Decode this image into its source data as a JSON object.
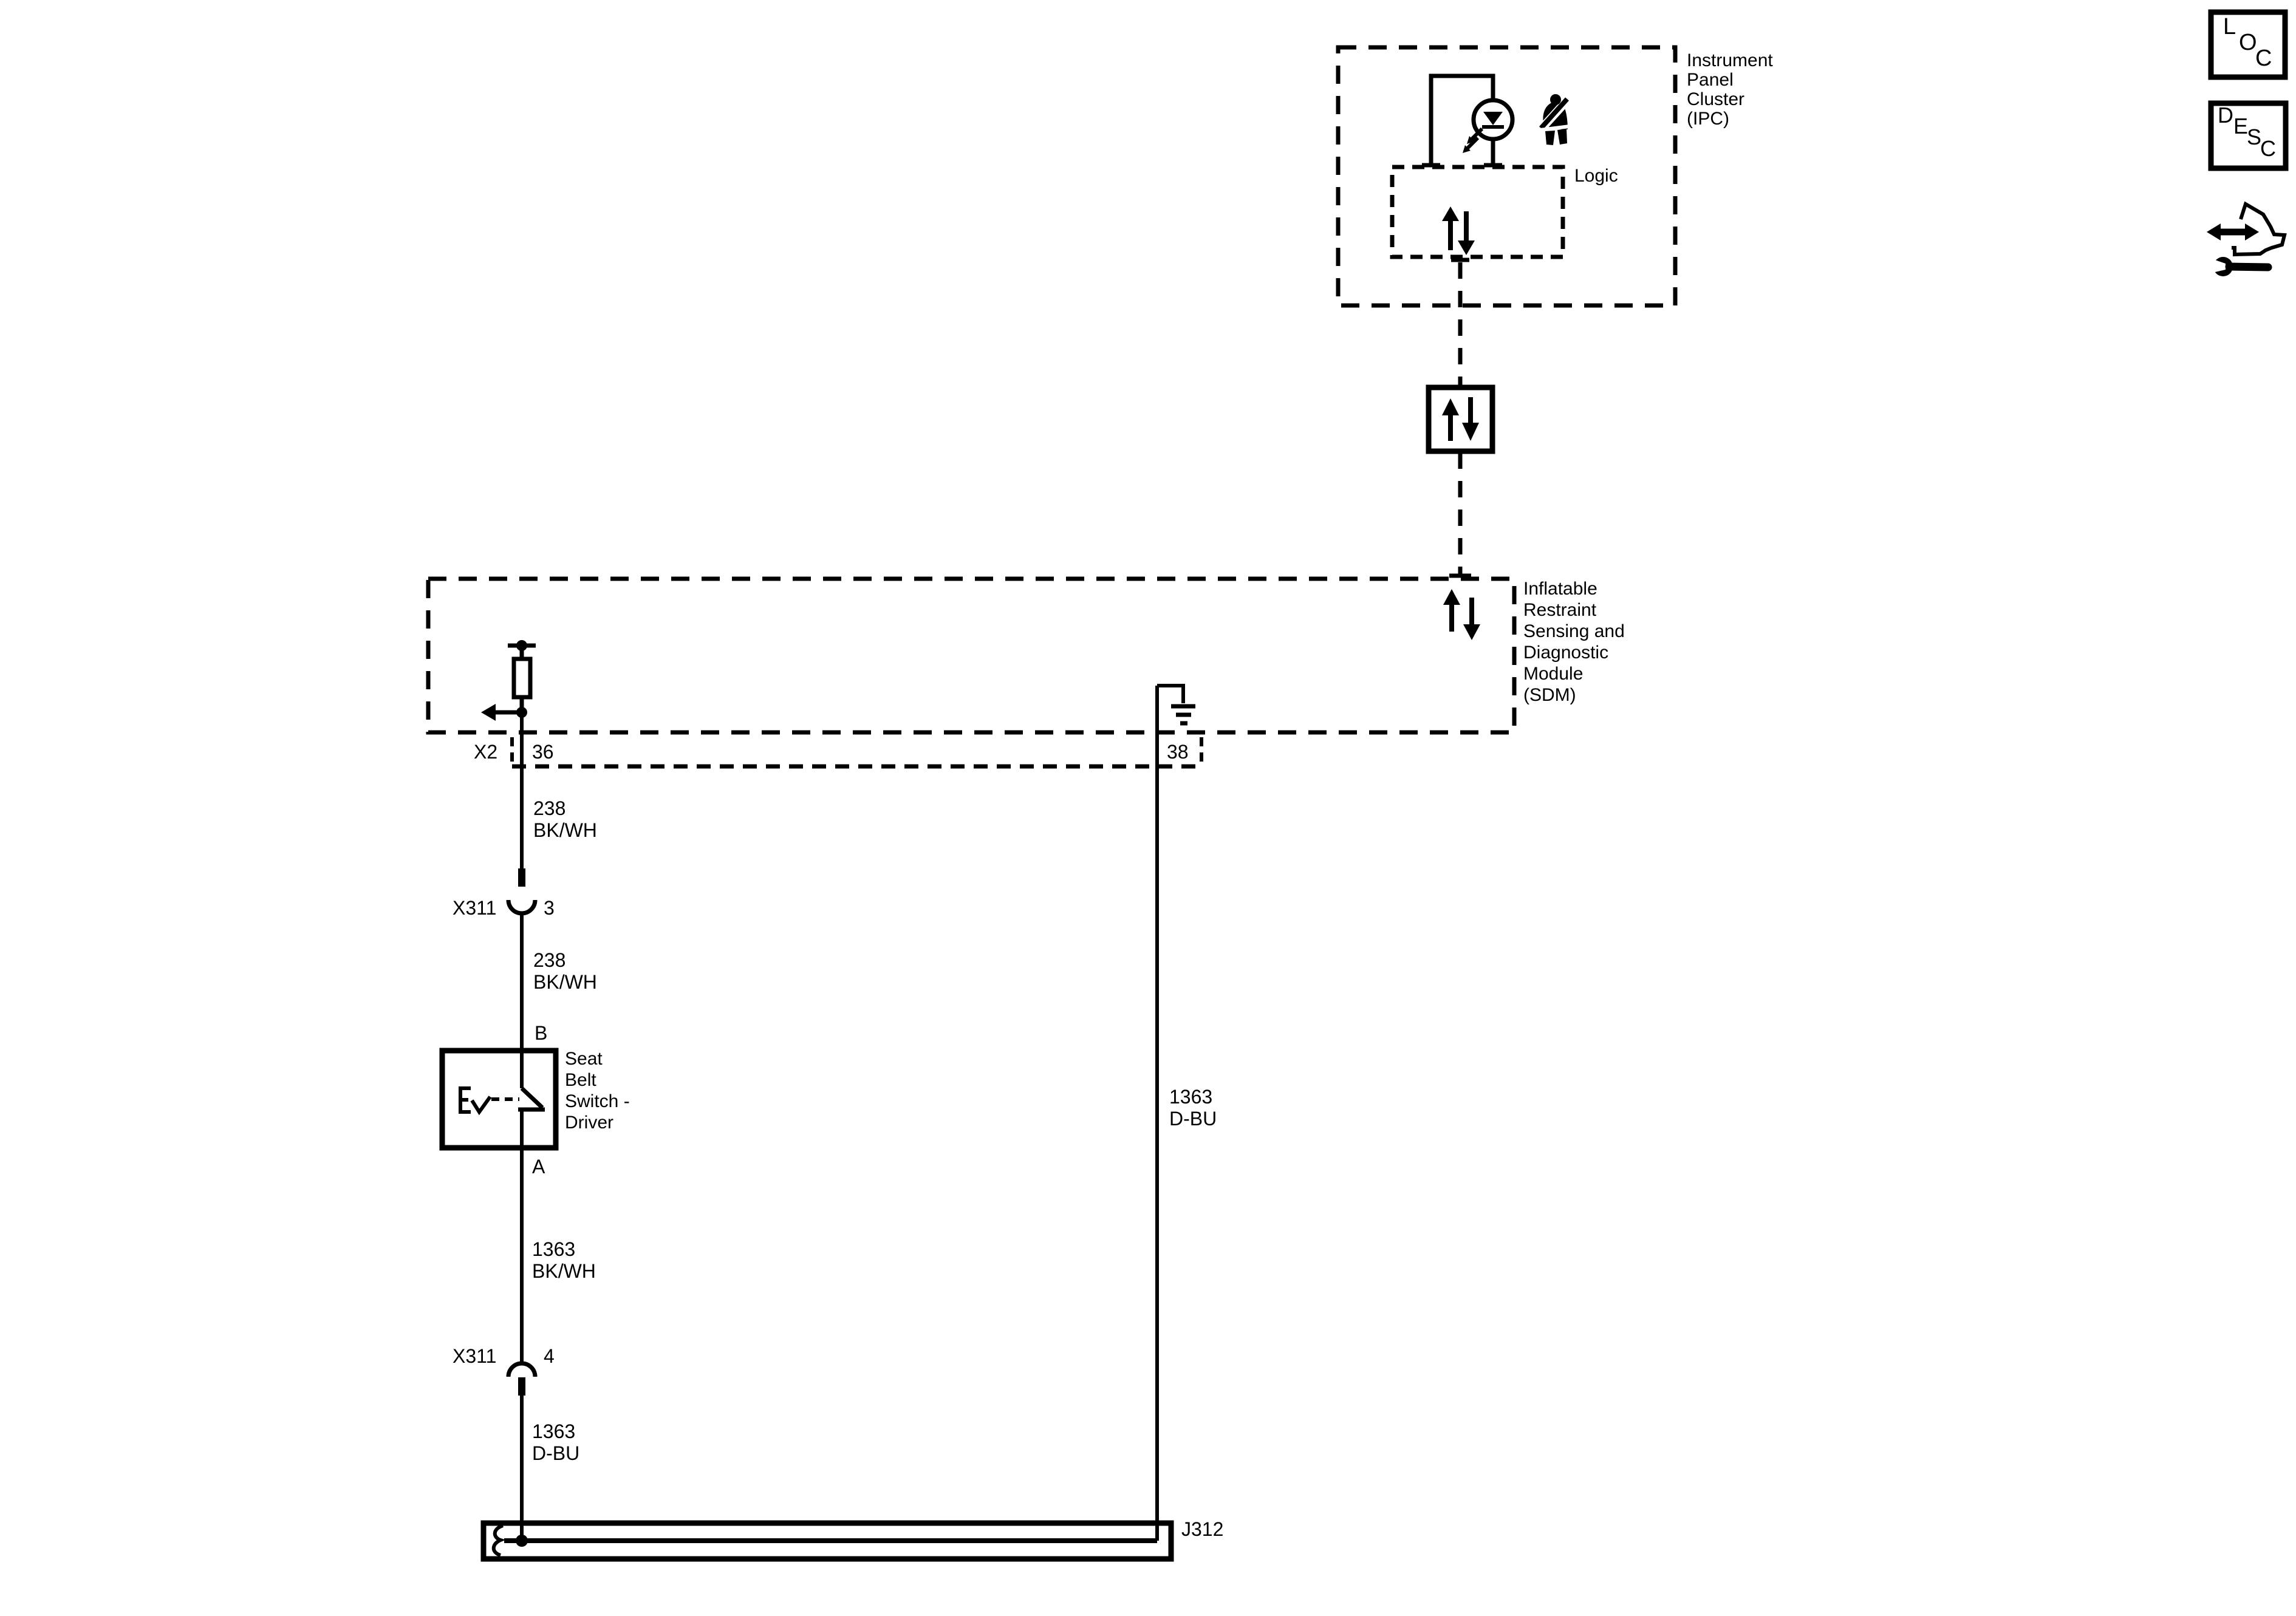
{
  "colors": {
    "ink": "#000000",
    "paper": "#ffffff"
  },
  "corner_buttons": {
    "loc_letters": [
      "L",
      "O",
      "C"
    ],
    "desc_letters": [
      "D",
      "E",
      "S",
      "C"
    ]
  },
  "ipc": {
    "label_lines": [
      "Instrument",
      "Panel",
      "Cluster",
      "(IPC)"
    ],
    "logic_label": "Logic"
  },
  "sdm": {
    "label_lines": [
      "Inflatable",
      "Restraint",
      "Sensing and",
      "Diagnostic",
      "Module",
      "(SDM)"
    ]
  },
  "connector_x2": {
    "label": "X2",
    "pin_left": "36",
    "pin_right": "38"
  },
  "connector_x311_upper": {
    "label": "X311",
    "pin": "3"
  },
  "connector_x311_lower": {
    "label": "X311",
    "pin": "4"
  },
  "seat_belt_switch": {
    "label_lines": [
      "Seat",
      "Belt",
      "Switch -",
      "Driver"
    ],
    "pin_top": "B",
    "pin_bottom": "A"
  },
  "junction": {
    "label": "J312"
  },
  "wires": {
    "w238_upper": {
      "circuit": "238",
      "color_code": "BK/WH"
    },
    "w238_lower": {
      "circuit": "238",
      "color_code": "BK/WH"
    },
    "w1363_bkwh": {
      "circuit": "1363",
      "color_code": "BK/WH"
    },
    "w1363_dbu_left": {
      "circuit": "1363",
      "color_code": "D-BU"
    },
    "w1363_dbu_right": {
      "circuit": "1363",
      "color_code": "D-BU"
    }
  }
}
